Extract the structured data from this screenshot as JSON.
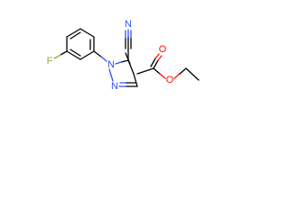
{
  "molecule": {
    "atom_labels": {
      "fluorine": "F",
      "nitrile_n": "N",
      "pyrazole_n1": "N",
      "pyrazole_n2": "N",
      "carbonyl_o": "O",
      "ester_o": "O"
    },
    "colors": {
      "bond": "#000000",
      "nitrogen": "#3050F8",
      "oxygen": "#FF0D0D",
      "fluorine": "#90B040"
    }
  }
}
